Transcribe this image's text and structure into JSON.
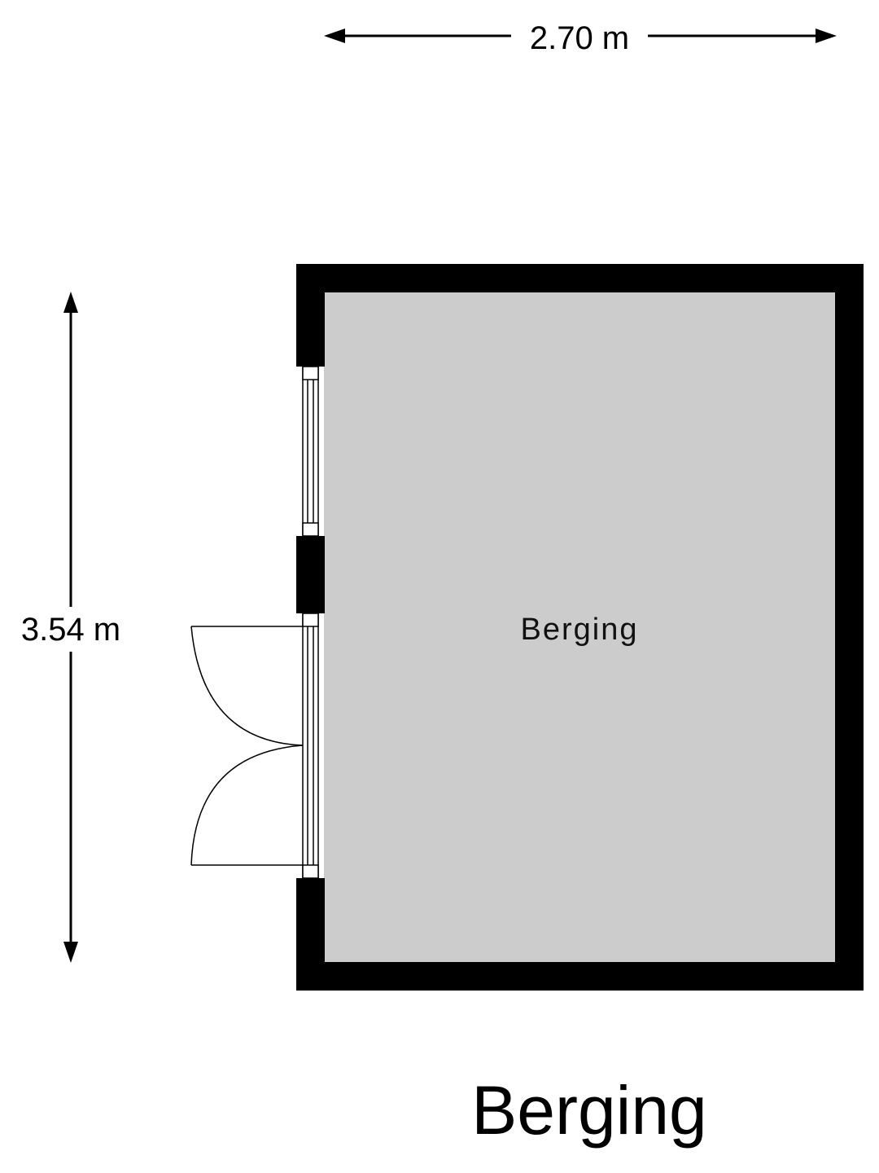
{
  "plan": {
    "title": "Berging",
    "room_label": "Berging",
    "dimension_width": "2.70 m",
    "dimension_height": "3.54 m"
  },
  "colors": {
    "wall": "#000000",
    "floor": "#cccccc",
    "background": "#ffffff",
    "line": "#000000"
  }
}
